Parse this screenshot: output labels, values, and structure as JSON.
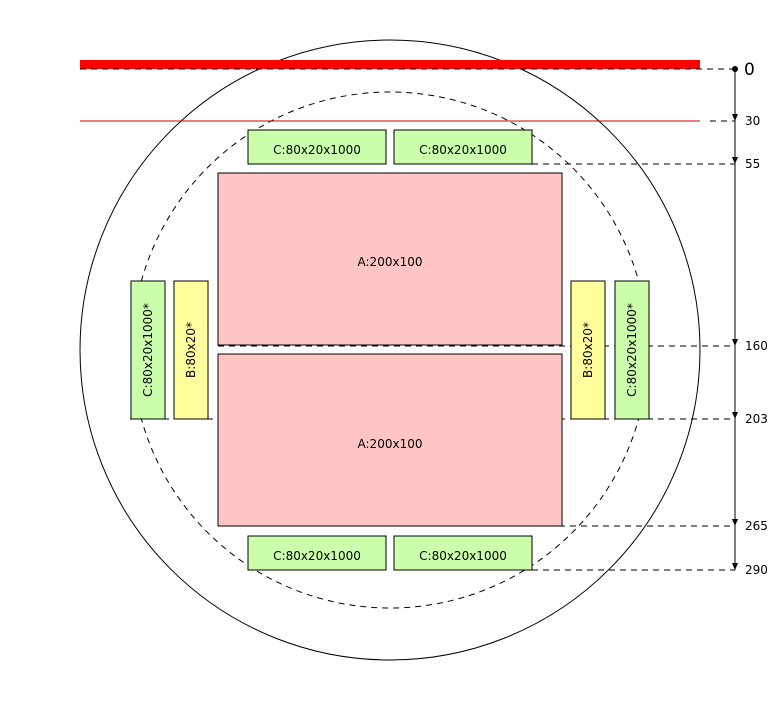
{
  "diagram": {
    "colors": {
      "block_a": "#ffc4c4",
      "block_b": "#ffff9e",
      "block_c": "#ccffab",
      "top_edge": "#ff0000",
      "line_30": "#cc0000",
      "outline": "#000000"
    },
    "blocks": {
      "a_top": "A:200x100",
      "a_bottom": "A:200x100",
      "c_top_left": "C:80x20x1000",
      "c_top_right": "C:80x20x1000",
      "c_bottom_left": "C:80x20x1000",
      "c_bottom_right": "C:80x20x1000",
      "c_side_left": "C:80x20x1000*",
      "c_side_right": "C:80x20x1000*",
      "b_left": "B:80x20*",
      "b_right": "B:80x20*"
    },
    "scale": {
      "marks": [
        {
          "value": 0,
          "label": "0"
        },
        {
          "value": 30,
          "label": "30"
        },
        {
          "value": 55,
          "label": "55"
        },
        {
          "value": 160,
          "label": "160"
        },
        {
          "value": 203,
          "label": "203"
        },
        {
          "value": 265,
          "label": "265"
        },
        {
          "value": 290,
          "label": "290"
        }
      ]
    }
  }
}
